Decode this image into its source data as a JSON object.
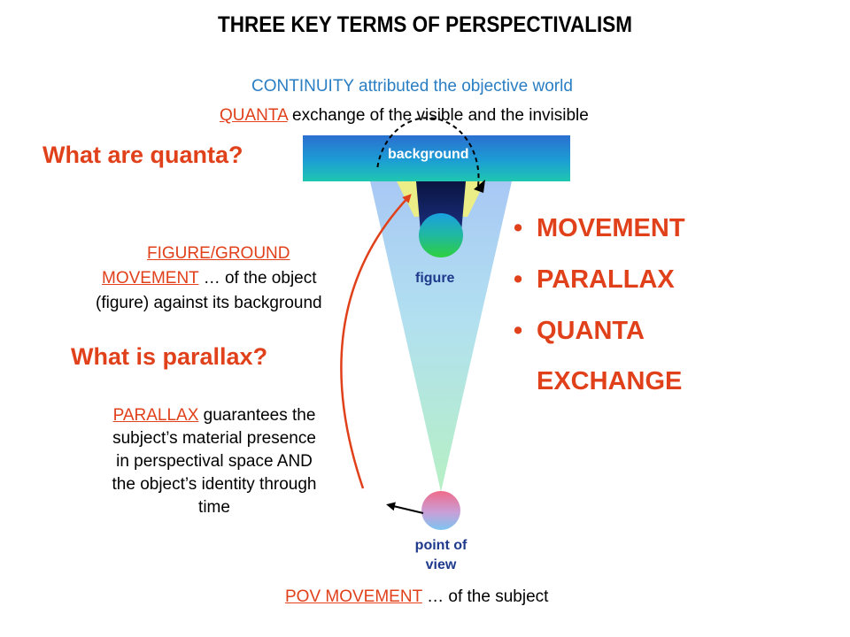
{
  "title": "THREE KEY TERMS OF PERSPECTIVALISM",
  "top": {
    "continuity": "CONTINUITY attributed the objective world",
    "quanta_term": "QUANTA",
    "quanta_rest": " exchange of the visible and the invisible"
  },
  "questions": {
    "quanta": "What are quanta?",
    "parallax": "What is parallax?"
  },
  "diagram": {
    "background_label": "background",
    "figure_label": "figure",
    "pov_label_line1": "point of",
    "pov_label_line2": "view"
  },
  "figure_ground": {
    "heading": "FIGURE/GROUND",
    "movement_term": "MOVEMENT",
    "movement_rest": " … of the object",
    "line3": "(figure) against its background"
  },
  "parallax_text": {
    "term": "PARALLAX",
    "rest": " guarantees the",
    "line2": "subject’s material presence",
    "line3": "in perspectival space AND",
    "line4": "the object’s identity through",
    "line5": "time"
  },
  "bullets": [
    "MOVEMENT",
    "PARALLAX",
    "QUANTA",
    "EXCHANGE"
  ],
  "pov_movement": {
    "term": "POV MOVEMENT",
    "rest": " … of the subject"
  },
  "colors": {
    "accent": "#e0401a",
    "continuity_blue": "#2a7ec3",
    "label_navy": "#1f3a8c"
  }
}
